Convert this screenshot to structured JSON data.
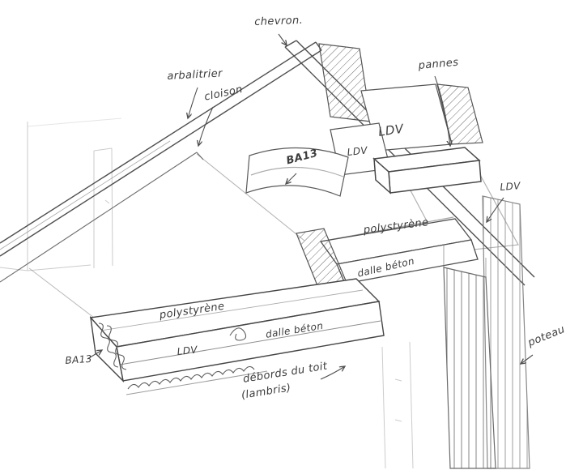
{
  "diagram": {
    "kind": "hand-drawn roof and floor construction detail sketch",
    "colors": {
      "pencil": "#4f4f4f",
      "background": "#ffffff"
    },
    "labels": {
      "chevron": "chevron.",
      "arbalitrier": "arbalitrier",
      "cloison": "cloison",
      "pannes": "pannes",
      "ba13_ceiling": "BA13",
      "ldv_roof_upper": "LDV",
      "ldv_roof_lower": "LDV",
      "ldv_wall": "LDV",
      "polystyrene_upper": "polystyrène",
      "dalle_beton_upper": "dalle béton",
      "polystyrene_lower": "polystyrène",
      "ldv_slab": "LDV",
      "dalle_beton_lower": "dalle béton",
      "ba13_eave": "BA13",
      "debords_toit": "débords du toit",
      "lambris": "(lambris)",
      "poteau": "poteau"
    }
  }
}
